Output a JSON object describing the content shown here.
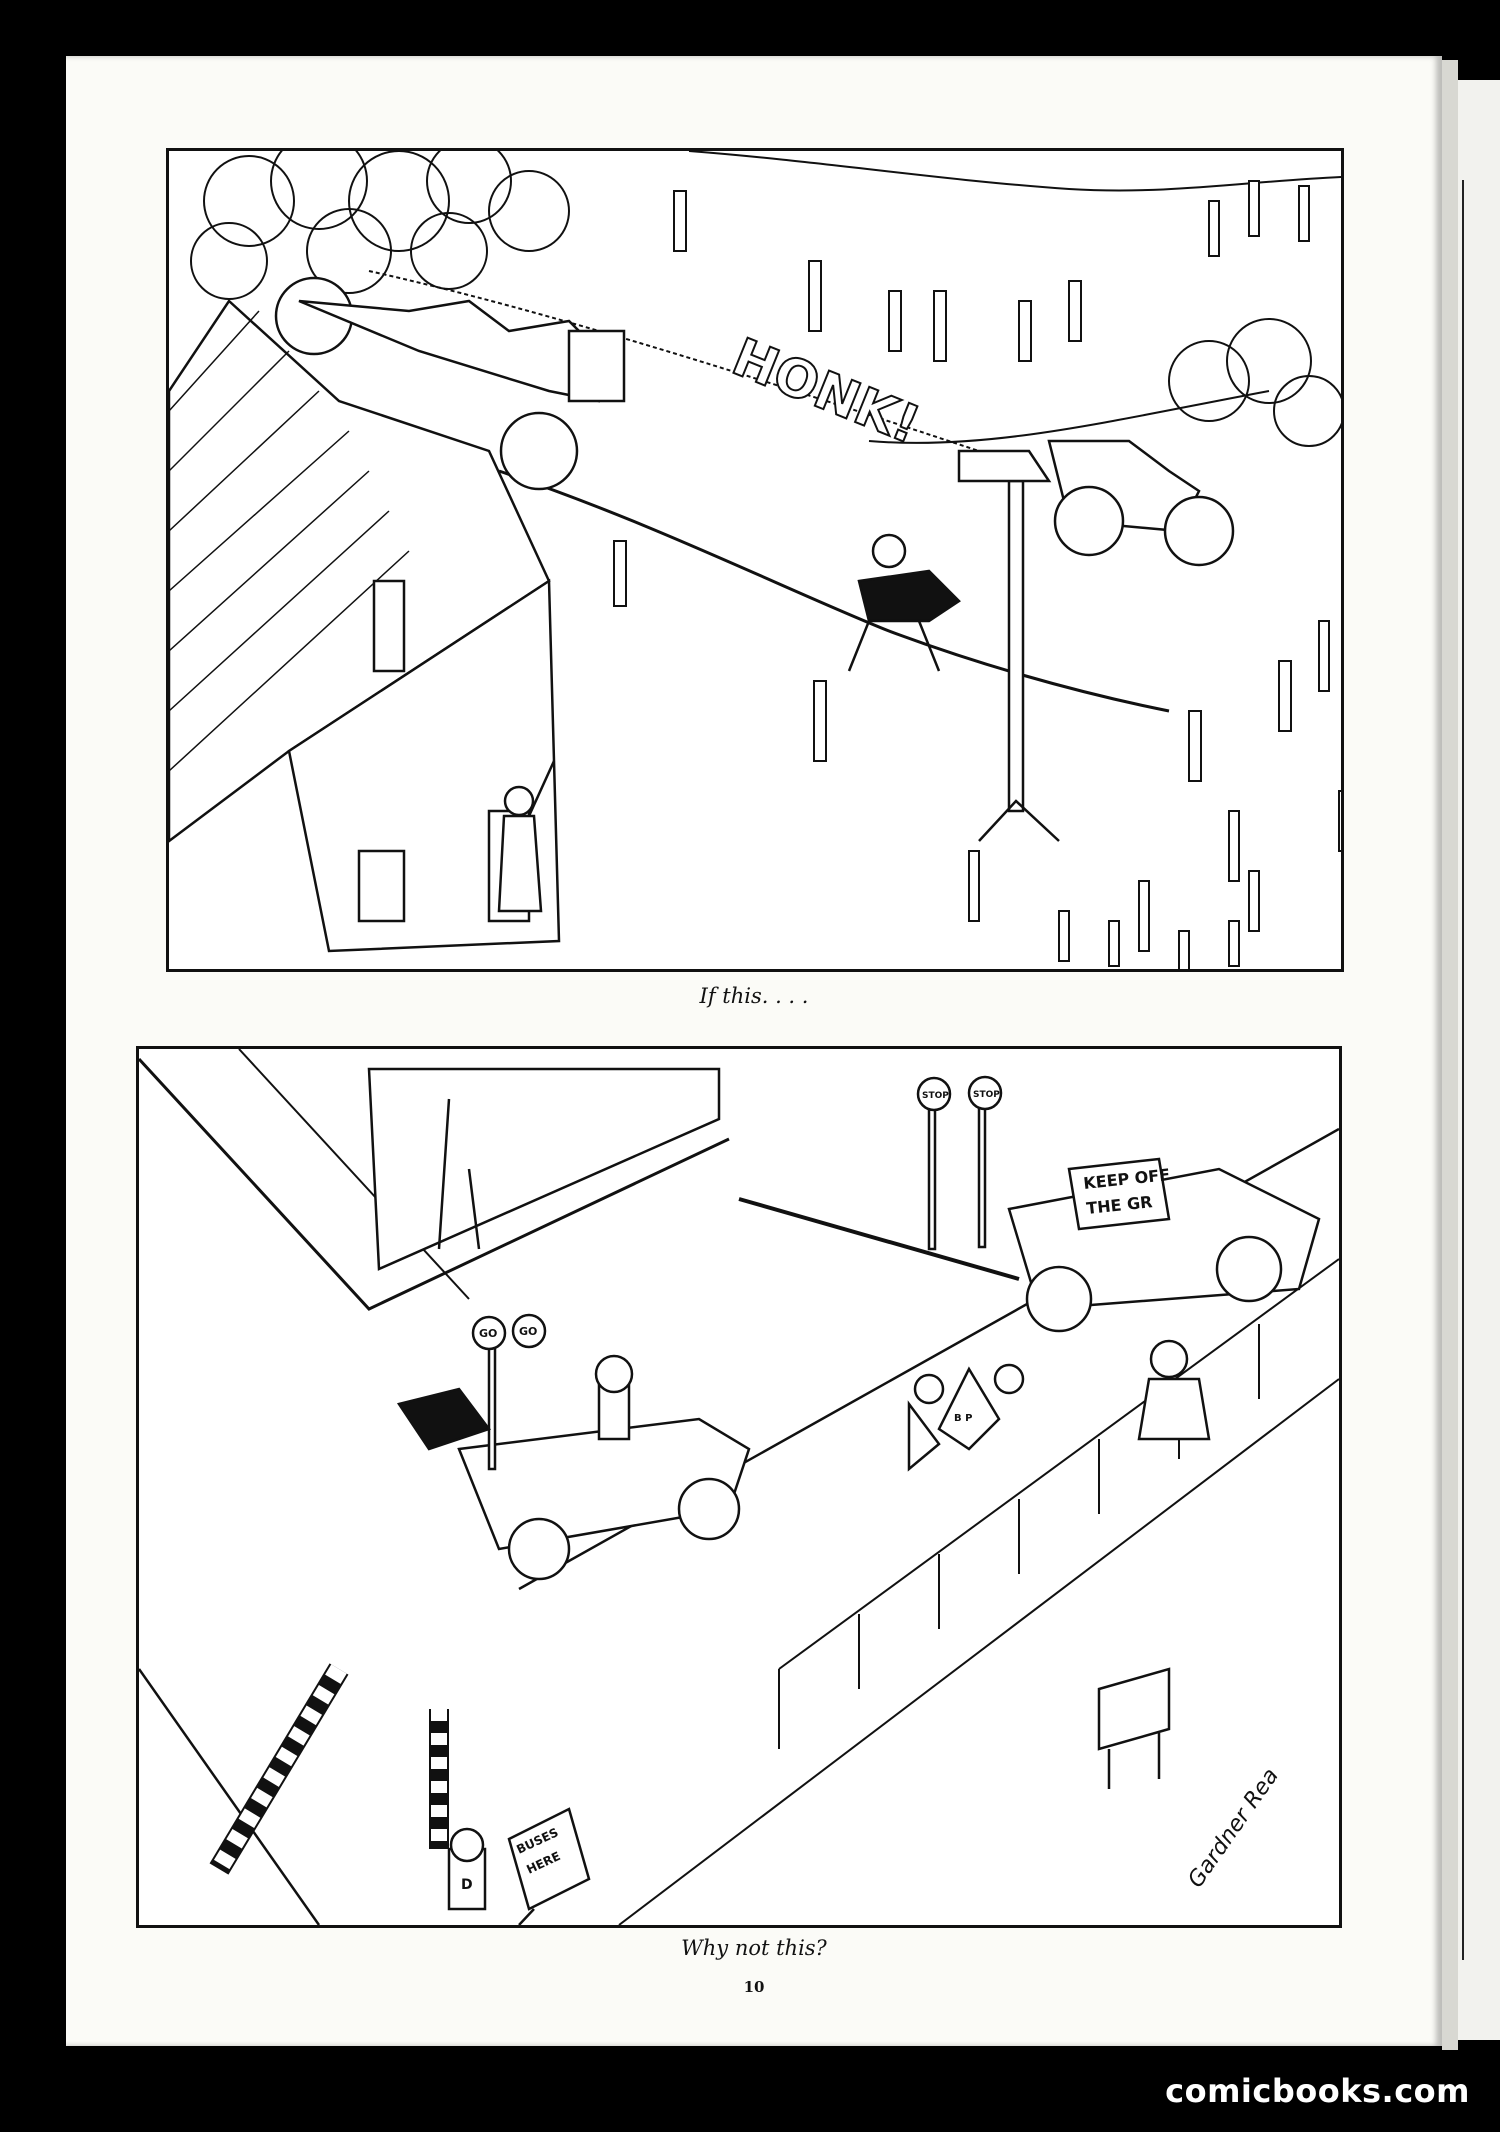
{
  "page": {
    "caption_top": "If this. . . .",
    "caption_bottom": "Why not this?",
    "page_number": "10"
  },
  "panel_top": {
    "sound_effect": "HONK!"
  },
  "panel_bottom": {
    "sign_keep_off": "KEEP OFF THE GRASS",
    "sign_keep_off_line1": "KEEP OFF",
    "sign_keep_off_line2": "THE GR",
    "stop_sign_left": "STOP",
    "stop_sign_right": "STOP",
    "go_sign_left": "GO",
    "go_sign_right": "GO",
    "buses_sign_line1": "BUSES",
    "buses_sign_line2": "HERE",
    "hydrant_label": "D",
    "can_label": "B P",
    "artist_signature": "Gardner Rea"
  },
  "watermark": "comicbooks.com"
}
